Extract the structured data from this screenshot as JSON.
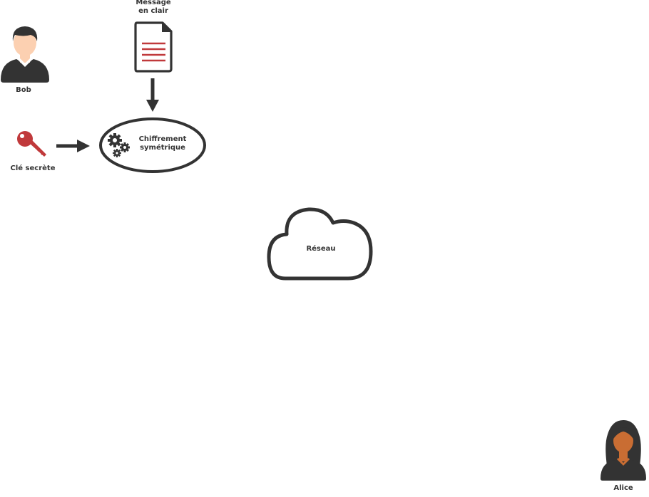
{
  "labels": {
    "message_line1": "Message",
    "message_line2": "en clair",
    "bob": "Bob",
    "secret_key": "Clé secrète",
    "encryption_line1": "Chiffrement",
    "encryption_line2": "symétrique",
    "network": "Réseau",
    "alice": "Alice"
  },
  "icons": {
    "bob": "male-user-icon",
    "message": "document-icon",
    "key": "key-icon",
    "encryption": "gears-icon",
    "network": "cloud-icon",
    "alice": "female-user-icon"
  },
  "colors": {
    "ink": "#333333",
    "red": "#c0393b",
    "bob_skin": "#fcd0b1",
    "alice_skin": "#c96d33"
  }
}
